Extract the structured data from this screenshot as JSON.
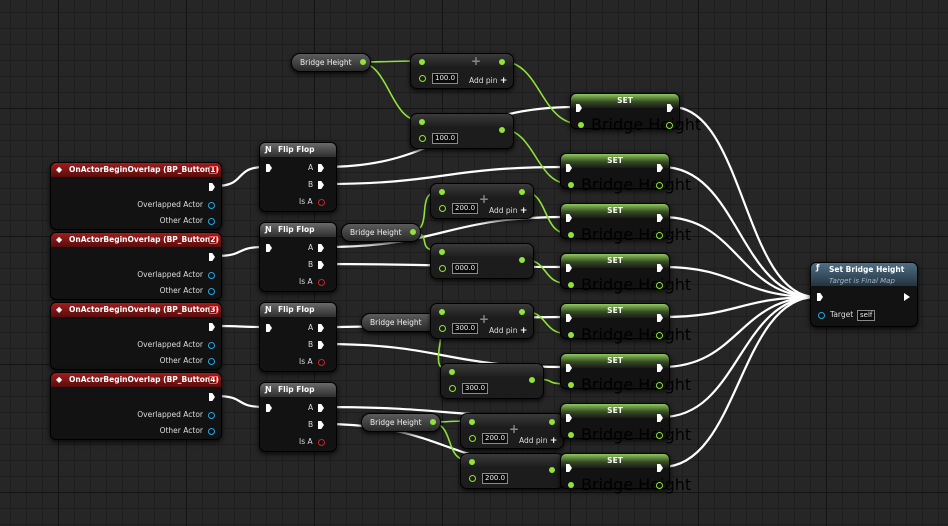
{
  "colors": {
    "float_wire": "#8fe33a",
    "exec_wire": "#ffffff",
    "event_header": "#a11d1d",
    "function_header": "#4f6f86",
    "object_pin": "#2aa7e0",
    "bool_pin": "#d62020"
  },
  "events": [
    {
      "title": "OnActorBeginOverlap (BP_Button1)",
      "pin_overlapped": "Overlapped Actor",
      "pin_other": "Other Actor"
    },
    {
      "title": "OnActorBeginOverlap (BP_Button2)",
      "pin_overlapped": "Overlapped Actor",
      "pin_other": "Other Actor"
    },
    {
      "title": "OnActorBeginOverlap (BP_Button3)",
      "pin_overlapped": "Overlapped Actor",
      "pin_other": "Other Actor"
    },
    {
      "title": "OnActorBeginOverlap (BP_Button4)",
      "pin_overlapped": "Overlapped Actor",
      "pin_other": "Other Actor"
    }
  ],
  "flipflops": [
    {
      "title": "Flip Flop",
      "a": "A",
      "b": "B",
      "is_a": "Is A"
    },
    {
      "title": "Flip Flop",
      "a": "A",
      "b": "B",
      "is_a": "Is A"
    },
    {
      "title": "Flip Flop",
      "a": "A",
      "b": "B",
      "is_a": "Is A"
    },
    {
      "title": "Flip Flop",
      "a": "A",
      "b": "B",
      "is_a": "Is A"
    }
  ],
  "getters": [
    "Bridge Height",
    "Bridge Height",
    "Bridge Height",
    "Bridge Height"
  ],
  "math": [
    {
      "value": "100.0",
      "add_pin": "Add pin"
    },
    {
      "value": "100.0"
    },
    {
      "value": "200.0",
      "add_pin": "Add pin"
    },
    {
      "value": "000.0"
    },
    {
      "value": "300.0",
      "add_pin": "Add pin"
    },
    {
      "value": "300.0"
    },
    {
      "value": "200.0",
      "add_pin": "Add pin"
    },
    {
      "value": "200.0"
    }
  ],
  "set_nodes": [
    {
      "title": "SET",
      "pin": "Bridge Height"
    },
    {
      "title": "SET",
      "pin": "Bridge Height"
    },
    {
      "title": "SET",
      "pin": "Bridge Height"
    },
    {
      "title": "SET",
      "pin": "Bridge Height"
    },
    {
      "title": "SET",
      "pin": "Bridge Height"
    },
    {
      "title": "SET",
      "pin": "Bridge Height"
    },
    {
      "title": "SET",
      "pin": "Bridge Height"
    },
    {
      "title": "SET",
      "pin": "Bridge Height"
    }
  ],
  "final": {
    "title": "Set Bridge Height",
    "subtitle": "Target is Final Map",
    "target_label": "Target",
    "target_value": "self"
  }
}
